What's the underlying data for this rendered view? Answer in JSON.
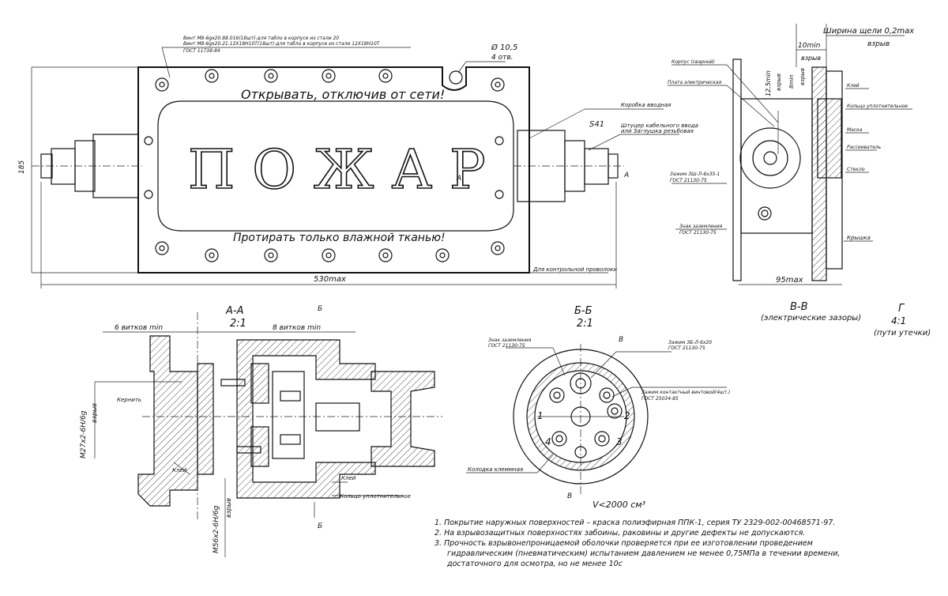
{
  "drawing": {
    "warning_top": "Открывать, отключив от сети!",
    "title_big": "ПОЖАР",
    "warning_bottom": "Протирать только влажной тканью!",
    "screw_note_1": "Винт М8-6gх20.88.016(18шт)-для табло в корпусе из стали 20",
    "screw_note_2": "Винт М8-6gх20.21.12Х18Н10Т(18шт)-для табло в корпусе из стали 12Х18Н10Т",
    "screw_note_3": "ГОСТ 11738-84",
    "hole_dia": "Ø 10,5",
    "hole_count": "4 отв.",
    "box_label": "Коробка вводная",
    "size_s41": "S41",
    "gland_label_1": "Штуцер кабельного ввода",
    "gland_label_2": "или Заглушка резьбовая",
    "section_mark": "А",
    "probe_label": "Для контрольной проволоки",
    "height_dim": "185",
    "width_dim": "530max",
    "section_aa": "А-А",
    "scale_aa": "2:1",
    "turns_left": "6 витков min",
    "turns_right": "8 витков min",
    "core_label": "Кернить",
    "thread_1": "М27х2-6Н/6g",
    "thread_1_tag": "взрыв",
    "thread_2": "М56х2-6Н/6g",
    "thread_2_tag": "взрыв",
    "glue_label": "Клей",
    "ring_label": "Кольцо уплотнительное",
    "section_bb_mark": "Б",
    "section_bb": "Б-Б",
    "scale_bb": "2:1",
    "ground_sign_1": "Знак заземления",
    "ground_gost_1": "ГОСТ 21130-75",
    "clamp_1": "Зажим ЗБ-Л-6х20",
    "clamp_1_gost": "ГОСТ 21130-75",
    "contact_clamp": "Зажим контактный винтовой(4шт.)",
    "contact_gost": "ГОСТ 25034-85",
    "terminal_block": "Колодка клеммная",
    "volume": "V<2000 см³",
    "v_mark": "В",
    "gap_width": "Ширина щели 0,2max",
    "gap_tag": "взрыв",
    "dim_10": "10min",
    "dim_10_tag": "взрыв",
    "dim_125": "12,5min",
    "dim_125_tag": "взрыв",
    "dim_8": "8min",
    "dim_8_tag": "взрыв",
    "housing": "Корпус (сварной)",
    "board": "Плата электрическая",
    "glue_2": "Клей",
    "ring_2": "Кольцо уплотнительное",
    "mask": "Маска",
    "diffuser": "Рассеиватель",
    "glass": "Стекло",
    "clamp_2": "Зажим ЗШ-Л-6х35-1",
    "clamp_2_gost": "ГОСТ 21130-75",
    "ground_sign_2": "Знак заземления",
    "ground_gost_2": "ГОСТ 21130-75",
    "cover": "Крышка",
    "dim_95": "95max",
    "section_vv": "В-В",
    "vv_note": "(электрические зазоры)",
    "g_mark": "Г",
    "g_scale": "4:1",
    "g_note": "(пути утечки)",
    "note_1": "1. Покрытие наружных поверхностей – краска полиэфирная ППК-1, серия ТУ 2329-002-00468571-97.",
    "note_2": "2. На взрывозащитных поверхностях забоины, раковины и другие дефекты не допускаются.",
    "note_3": "3. Прочность взрывонепроницаемой оболочки проверяется при ее изготовлении проведением",
    "note_4": "гидравлическим (пневматическим) испытанием давлением не менее 0,75МПа в течении времени,",
    "note_5": "достаточного для осмотра, но не менее 10с",
    "num_1": "1",
    "num_2": "2",
    "num_3": "3",
    "num_4": "4"
  }
}
